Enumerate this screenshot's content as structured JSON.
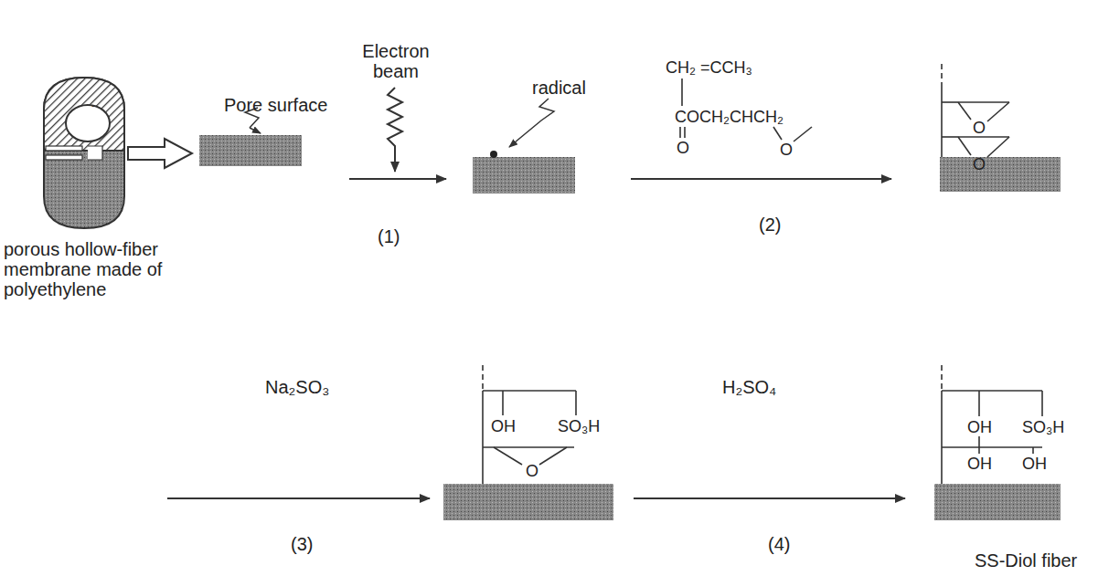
{
  "diagram": {
    "labels": [
      "Pore surface",
      "Electron beam",
      "radical",
      "porous hollow-fiber membrane made of polyethylene",
      "(1)",
      "CH₂ =CCH₃",
      "COCH₂CHCH₂",
      "O",
      "O",
      "(2)",
      "O",
      "O",
      "Na₂SO₃",
      "(3)",
      "OH",
      "SO₃H",
      "O",
      "H₂SO₄",
      "(4)",
      "OH",
      "SO₃H",
      "OH",
      "OH",
      "SS-Diol fiber"
    ]
  }
}
